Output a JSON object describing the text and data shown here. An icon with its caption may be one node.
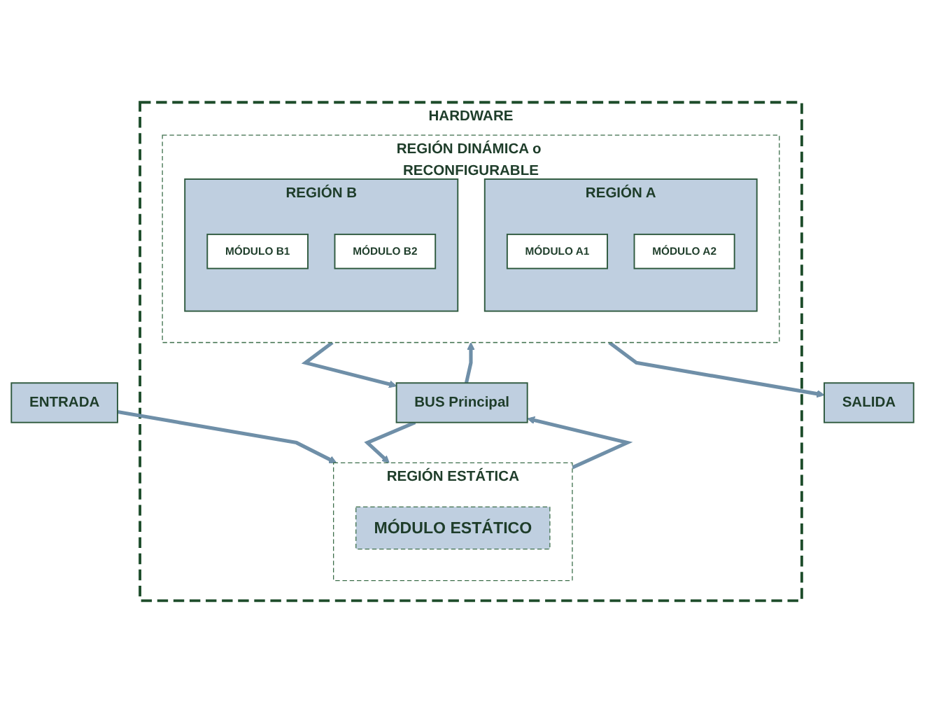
{
  "diagram": {
    "nodes": [
      {
        "text": [
          "ENTRADA"
        ]
      },
      {
        "text": [
          "HARDWARE"
        ]
      },
      {
        "text": [
          "REGIÓN ESTÁTICA"
        ],
        "in": 1
      },
      {
        "text": [
          "MÓDULO ESTÁTICO"
        ],
        "in": 2
      },
      {
        "text": [
          "BUS Principal"
        ],
        "in": 1
      },
      {
        "text": [
          "REGIÓN DINÁMICA o RECONFIGURABLE"
        ],
        "in": 1
      },
      {
        "text": [
          "REGIÓN A"
        ],
        "in": 5
      },
      {
        "text": [
          "MÓDULO A1"
        ],
        "in": 6
      },
      {
        "text": [
          "MÓDULO A2"
        ],
        "in": 6
      },
      {
        "text": [
          "REGIÓN B"
        ],
        "in": 5
      },
      {
        "text": [
          "MÓDULO B1"
        ],
        "in": 9
      },
      {
        "text": [
          "MÓDULO B2"
        ],
        "in": 9
      },
      {
        "text": [
          "SALIDA"
        ]
      }
    ],
    "edges": [
      {
        "from": 0,
        "to": 2,
        "arrow": "to"
      },
      {
        "from": 2,
        "to": 4,
        "arrow": "to"
      },
      {
        "from": 4,
        "to": 5,
        "arrow": "to"
      },
      {
        "from": 5,
        "to": 4,
        "arrow": "to"
      },
      {
        "from": 4,
        "to": 2,
        "arrow": "to"
      },
      {
        "from": 5,
        "to": 12,
        "arrow": "to"
      }
    ]
  }
}
